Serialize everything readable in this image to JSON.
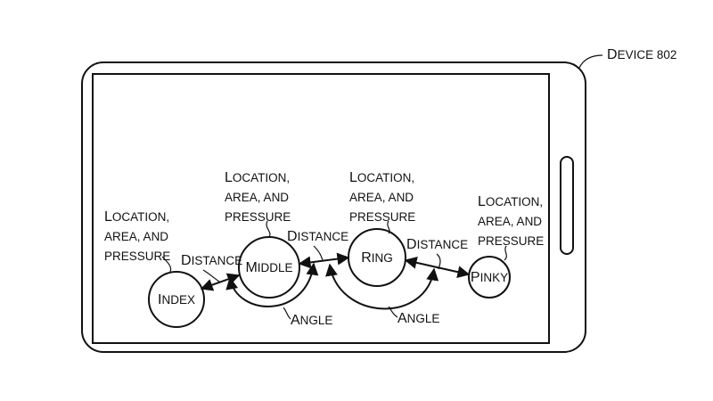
{
  "device": {
    "label": "Device 802"
  },
  "fingers": [
    {
      "id": "index",
      "name": "Index"
    },
    {
      "id": "middle",
      "name": "Middle"
    },
    {
      "id": "ring",
      "name": "Ring"
    },
    {
      "id": "pinky",
      "name": "Pinky"
    }
  ],
  "attributes": {
    "index": [
      "Location,",
      "area, and",
      "pressure"
    ],
    "middle": [
      "Location,",
      "area, and",
      "pressure"
    ],
    "ring": [
      "Location,",
      "area, and",
      "pressure"
    ],
    "pinky": [
      "Location,",
      "area, and",
      "pressure"
    ]
  },
  "measurements": {
    "distance_index_middle": "Distance",
    "distance_middle_ring": "Distance",
    "distance_ring_pinky": "Distance",
    "angle_middle": "Angle",
    "angle_ring": "Angle"
  }
}
